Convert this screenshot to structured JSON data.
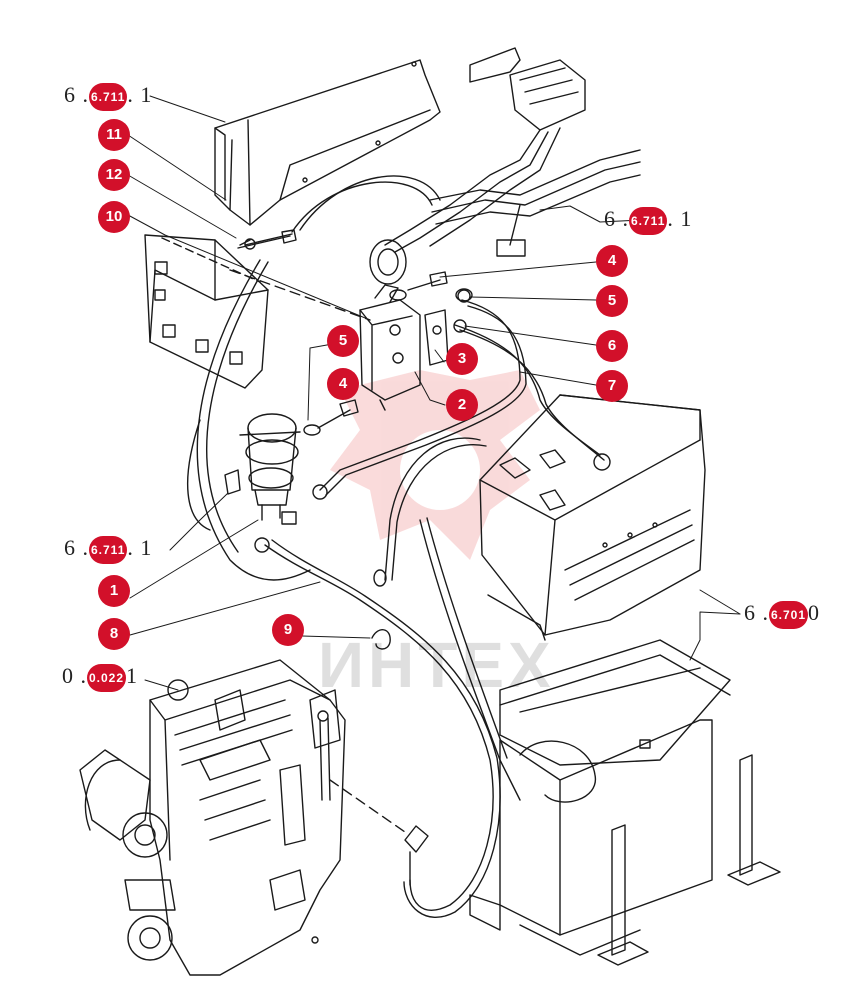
{
  "colors": {
    "callout": "#d2102a",
    "line": "#1a1a1a",
    "watermark": "#e23a3a"
  },
  "watermark": {
    "text": "ИНТЕХ"
  },
  "callouts": [
    {
      "id": "c1",
      "label": "1"
    },
    {
      "id": "c2",
      "label": "2"
    },
    {
      "id": "c3",
      "label": "3"
    },
    {
      "id": "c4a",
      "label": "4"
    },
    {
      "id": "c4b",
      "label": "4"
    },
    {
      "id": "c5a",
      "label": "5"
    },
    {
      "id": "c5b",
      "label": "5"
    },
    {
      "id": "c6",
      "label": "6"
    },
    {
      "id": "c7",
      "label": "7"
    },
    {
      "id": "c8",
      "label": "8"
    },
    {
      "id": "c9",
      "label": "9"
    },
    {
      "id": "c10",
      "label": "10"
    },
    {
      "id": "c11",
      "label": "11"
    },
    {
      "id": "c12",
      "label": "12"
    }
  ],
  "refs": [
    {
      "id": "r1",
      "prefix": "6 .",
      "badge": "6.711",
      "suffix": ". 1"
    },
    {
      "id": "r2",
      "prefix": "6 .",
      "badge": "6.711",
      "suffix": ". 1"
    },
    {
      "id": "r3",
      "prefix": "6 .",
      "badge": "6.711",
      "suffix": ". 1"
    },
    {
      "id": "r4",
      "prefix": "6 .",
      "badge": "6.701",
      "suffix": "0"
    },
    {
      "id": "r5",
      "prefix": "0 .",
      "badge": "0.022",
      "suffix": "1"
    }
  ]
}
